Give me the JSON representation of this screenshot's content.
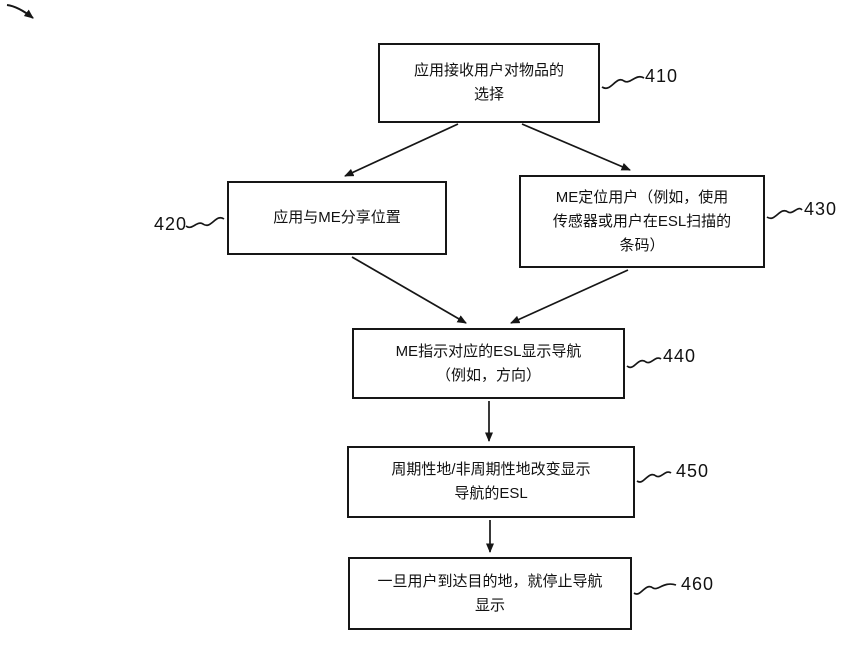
{
  "flowchart": {
    "nodes": {
      "n410": {
        "text": "应用接收用户对物品的\n选择",
        "label": "410"
      },
      "n420": {
        "text": "应用与ME分享位置",
        "label": "420"
      },
      "n430": {
        "text": "ME定位用户（例如，使用\n传感器或用户在ESL扫描的\n条码）",
        "label": "430"
      },
      "n440": {
        "text": "ME指示对应的ESL显示导航\n（例如，方向）",
        "label": "440"
      },
      "n450": {
        "text": "周期性地/非周期性地改变显示\n导航的ESL",
        "label": "450"
      },
      "n460": {
        "text": "一旦用户到达目的地，就停止导航\n显示",
        "label": "460"
      }
    },
    "line_color": "#161616"
  }
}
